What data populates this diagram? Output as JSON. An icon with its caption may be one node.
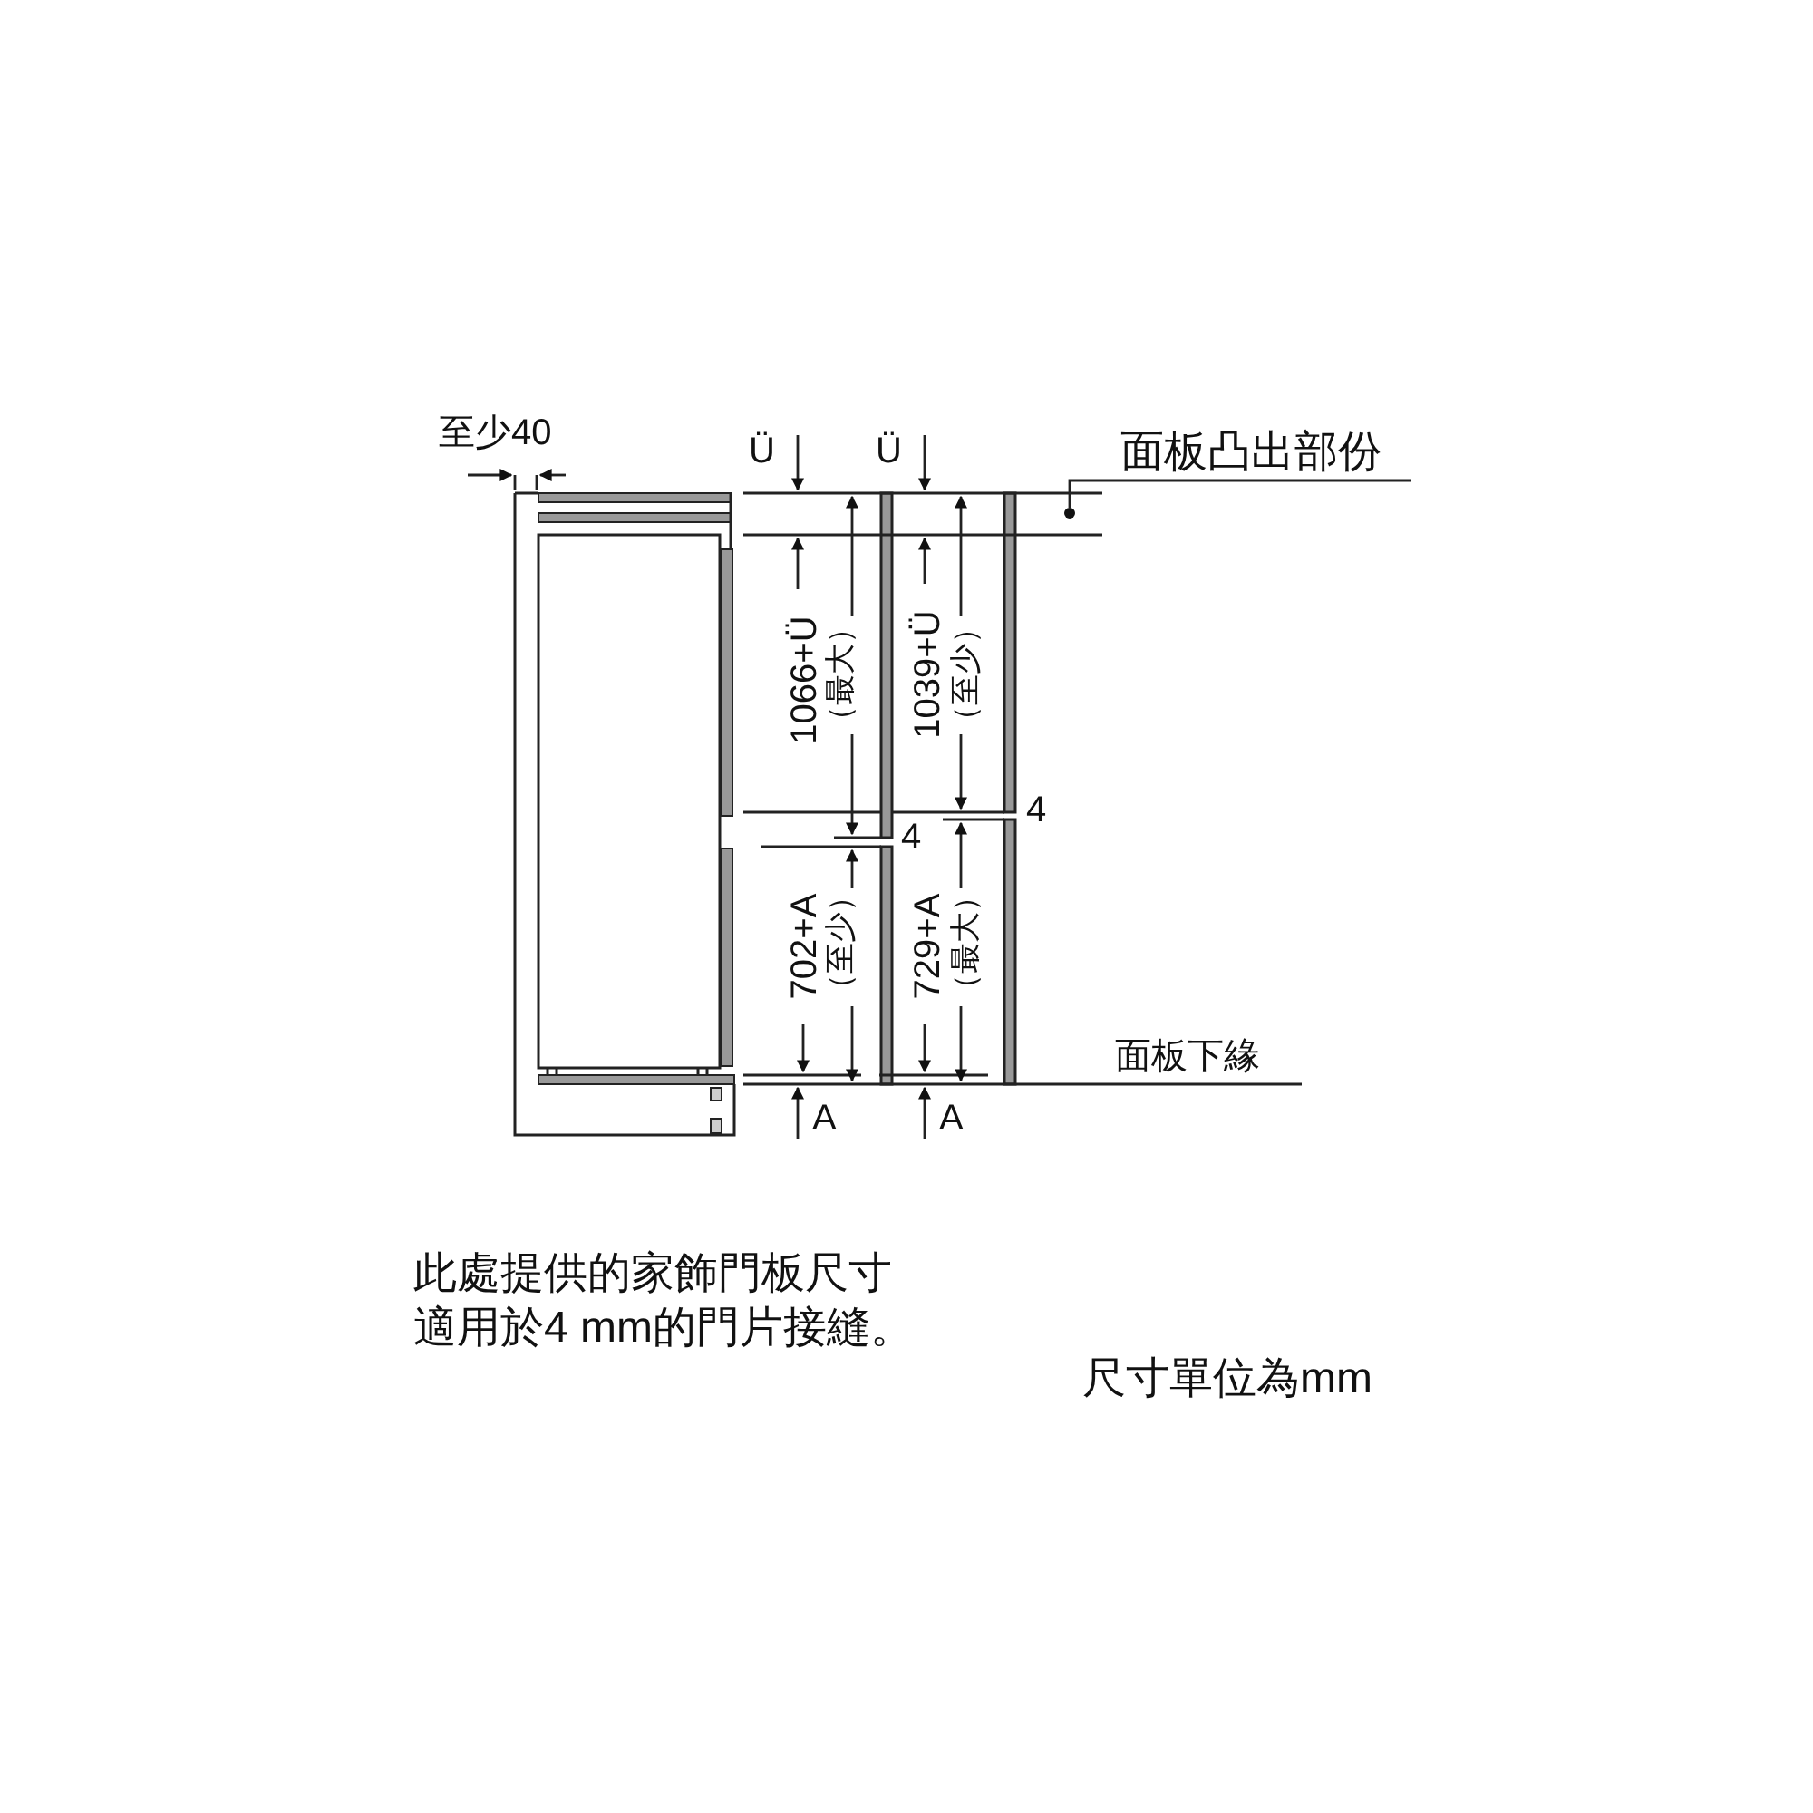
{
  "diagram": {
    "nodes": [
      {
        "text": [
          "面板凸出部份"
        ]
      },
      {
        "text": [],
        "shape": "circle"
      }
    ],
    "edges": [
      {
        "from": 0,
        "to": 1,
        "arrow": "none"
      }
    ],
    "labels": [
      "至少40",
      "Ü",
      "Ü",
      "1066+Ü",
      "（最大）",
      "1039+Ü",
      "（至少）",
      "4",
      "4",
      "702+A",
      "（至少）",
      "729+A",
      "（最大）",
      "A",
      "A",
      "面板下緣",
      "此處提供的家飾門板尺寸適用於4 mm的門片接縫。",
      "尺寸單位為mm"
    ]
  }
}
